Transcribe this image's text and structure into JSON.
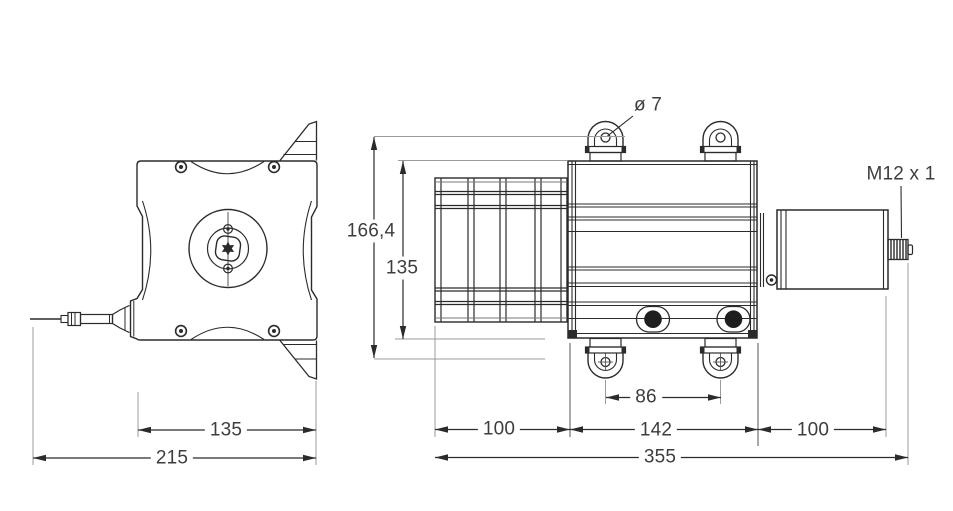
{
  "front_view": {
    "width": "135",
    "overall_width": "215"
  },
  "side_view": {
    "hole_diameter": "ø 7",
    "connector_thread": "M12 x 1",
    "overall_height": "166,4",
    "body_height": "135",
    "drum_depth": "100",
    "body_depth": "142",
    "rear_depth": "100",
    "overall_depth": "355",
    "foot_hole_spacing": "86"
  },
  "colors": {
    "background": "#ffffff",
    "part_line": "#2b2b2b",
    "thin_line": "#555555",
    "extension_line": "#9b9b9b",
    "text": "#3d3d3d",
    "hole_fill": "#1e1e1e"
  }
}
